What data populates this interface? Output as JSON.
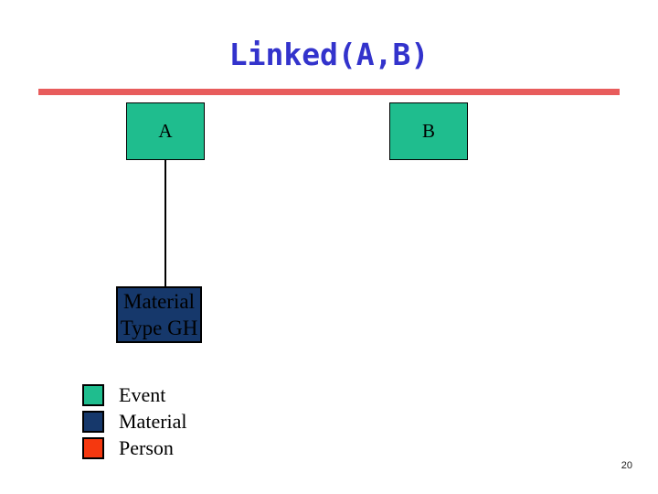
{
  "slide": {
    "title": "Linked(A,B)",
    "page_number": "20",
    "nodes": [
      {
        "label": "A",
        "type": "event"
      },
      {
        "label": "B",
        "type": "event"
      }
    ],
    "material_node": {
      "line1": "Material",
      "line2": "Type GH"
    },
    "connector": {
      "from": "A",
      "to": "Material Type GH"
    },
    "legend": [
      {
        "label": "Event",
        "color": "#1fbd8e"
      },
      {
        "label": "Material",
        "color": "#16386b"
      },
      {
        "label": "Person",
        "color": "#f5380f"
      }
    ],
    "colors": {
      "title_text": "#3333cc",
      "title_rule": "#e85c5c",
      "event_green": "#1fbd8e",
      "material_navy": "#16386b",
      "person_red": "#f5380f",
      "background": "#ffffff"
    }
  }
}
